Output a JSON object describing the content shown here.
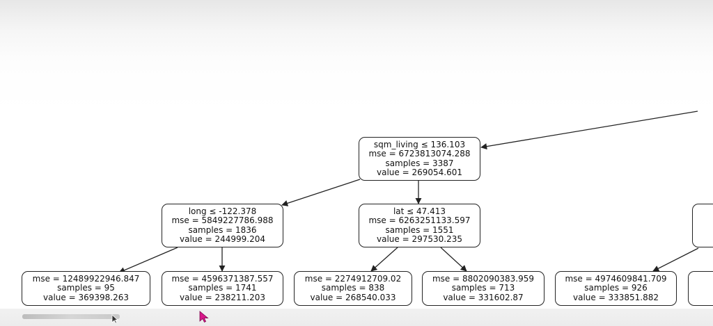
{
  "tree": {
    "root": {
      "lines": [
        "sqm_living ≤ 136.103",
        "mse = 6723813074.288",
        "samples = 3387",
        "value = 269054.601"
      ]
    },
    "left": {
      "lines": [
        "long ≤ -122.378",
        "mse = 5849227786.988",
        "samples = 1836",
        "value = 244999.204"
      ]
    },
    "mid": {
      "lines": [
        "lat ≤ 47.413",
        "mse = 6263251133.597",
        "samples = 1551",
        "value = 297530.235"
      ]
    },
    "leaves": [
      {
        "lines": [
          "mse = 12489922946.847",
          "samples = 95",
          "value = 369398.263"
        ]
      },
      {
        "lines": [
          "mse = 4596371387.557",
          "samples = 1741",
          "value = 238211.203"
        ]
      },
      {
        "lines": [
          "mse = 2274912709.02",
          "samples = 838",
          "value = 268540.033"
        ]
      },
      {
        "lines": [
          "mse = 8802090383.959",
          "samples = 713",
          "value = 331602.87"
        ]
      },
      {
        "lines": [
          "mse = 4974609841.709",
          "samples = 926",
          "value = 333851.882"
        ]
      }
    ]
  },
  "colors": {
    "edge": "#222222",
    "node_border": "#222222",
    "background": "#ffffff"
  }
}
